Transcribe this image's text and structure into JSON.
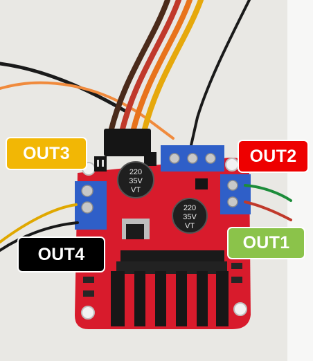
{
  "callouts": {
    "out3": "OUT3",
    "out2": "OUT2",
    "out1": "OUT1",
    "out4": "OUT4"
  },
  "capacitors": {
    "left": {
      "line1": "220",
      "line2": "35V",
      "line3": "VT"
    },
    "right": {
      "line1": "220",
      "line2": "35V",
      "line3": "VT"
    }
  },
  "colors": {
    "board": "#d81b2c",
    "terminal": "#2f5fc8",
    "out3": "#f2b705",
    "out2": "#ee0000",
    "out1": "#8bc34a",
    "out4": "#000000"
  }
}
